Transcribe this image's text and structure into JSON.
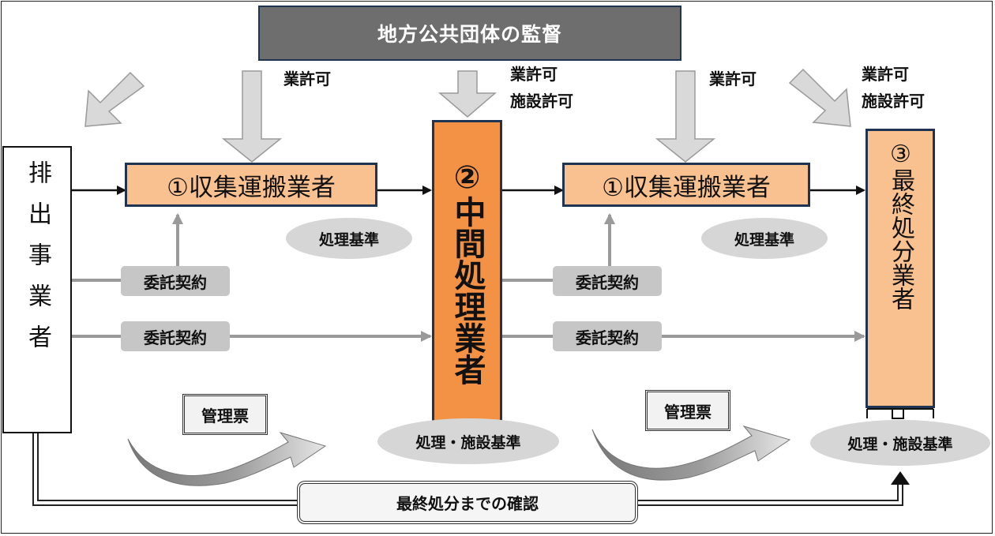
{
  "supervision": {
    "title": "地方公共団体の監督"
  },
  "permits": {
    "p1": "業許可",
    "p2_a": "業許可",
    "p2_b": "施設許可",
    "p3": "業許可",
    "p4_a": "業許可",
    "p4_b": "施設許可"
  },
  "emitter": {
    "label": "排出事業者"
  },
  "collector1": {
    "label": "①収集運搬業者"
  },
  "collector2": {
    "label": "①収集運搬業者"
  },
  "intermediate": {
    "label": "②中間処理業者"
  },
  "final_disposal": {
    "label": "③最終処分業者"
  },
  "standards": {
    "s1": "処理基準",
    "s2": "処理・施設基準",
    "s3": "処理基準",
    "s4": "処理・施設基準"
  },
  "contracts": {
    "c1": "委託契約",
    "c2": "委託契約",
    "c3": "委託契約",
    "c4": "委託契約"
  },
  "manifests": {
    "m1": "管理票",
    "m2": "管理票"
  },
  "confirmation": {
    "label": "最終処分までの確認"
  },
  "colors": {
    "title_bg": "#6e6e6e",
    "collector_bg": "#f9c090",
    "intermediate_bg": "#f39245",
    "final_bg": "#f9c090",
    "border": "#1f3452",
    "ellipse_bg": "#d6d6d6",
    "contract_bg": "#c6c6c6"
  }
}
